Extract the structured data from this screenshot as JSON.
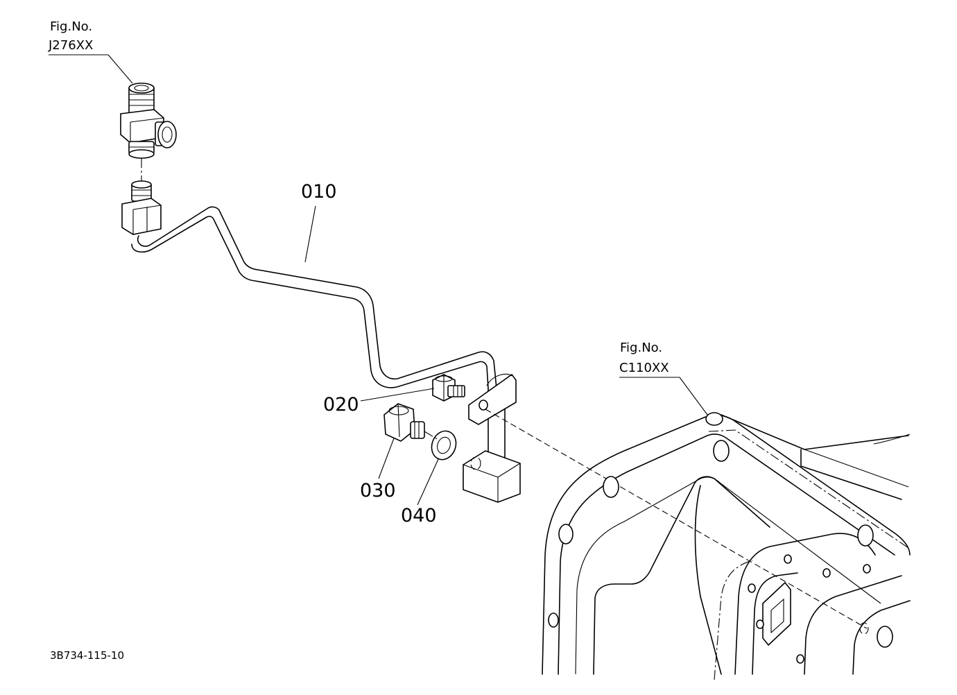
{
  "refs": [
    {
      "id": "ref-j276",
      "line1": "Fig.No.",
      "line2": "J276XX"
    },
    {
      "id": "ref-c110",
      "line1": "Fig.No.",
      "line2": "C110XX"
    }
  ],
  "parts": [
    {
      "number": "010"
    },
    {
      "number": "020"
    },
    {
      "number": "030"
    },
    {
      "number": "040"
    }
  ],
  "drawing_number": "3B734-115-10"
}
